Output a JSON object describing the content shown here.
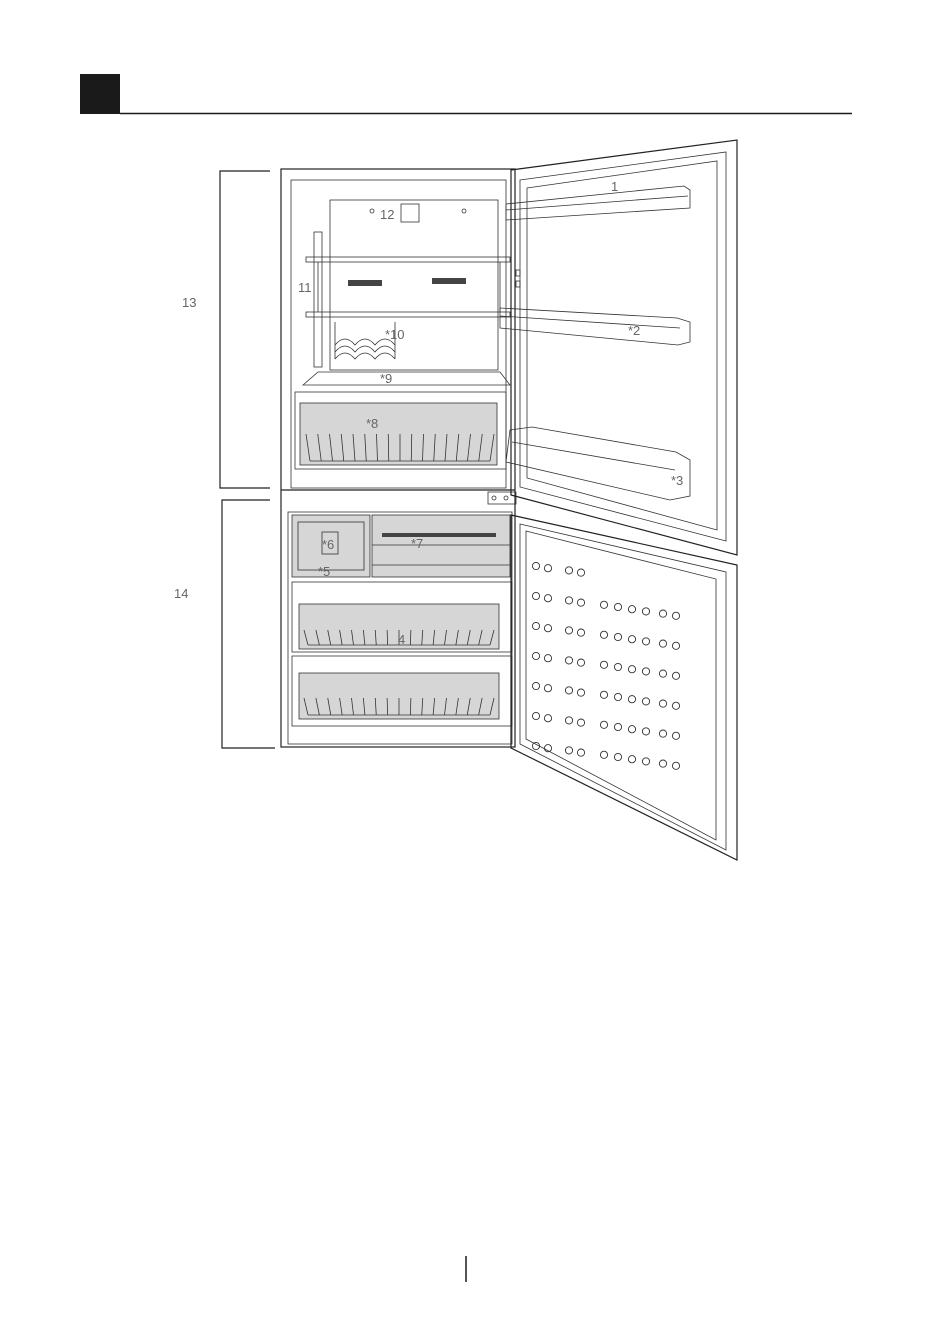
{
  "header": {
    "section_marker": "",
    "title": ""
  },
  "page": {
    "number": ""
  },
  "labels": {
    "l1": "1",
    "l2": "*2",
    "l3": "*3",
    "l4": "4",
    "l5": "*5",
    "l6": "*6",
    "l7": "*7",
    "l8": "*8",
    "l9": "*9",
    "l10": "*10",
    "l11": "11",
    "l12": "12",
    "l13": "13",
    "l14": "14"
  }
}
